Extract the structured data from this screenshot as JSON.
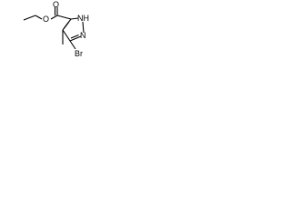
{
  "molecule": {
    "atoms": {
      "nh": "NH",
      "n": "N",
      "br": "Br",
      "o_carbonyl": "O",
      "o_ester": "O"
    }
  },
  "colors": {
    "bond": "#000000",
    "label": "#000000",
    "background": "#ffffff"
  }
}
